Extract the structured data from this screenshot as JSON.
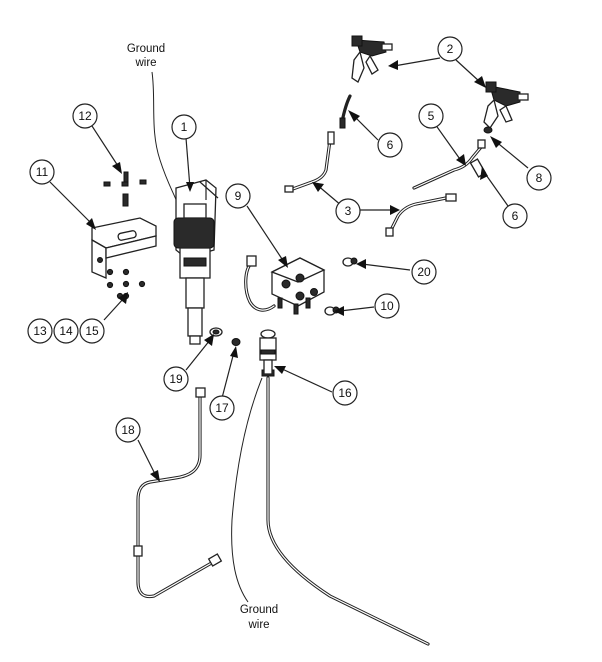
{
  "labels": {
    "ground_wire_top_line1": "Ground",
    "ground_wire_top_line2": "wire",
    "ground_wire_bottom_line1": "Ground",
    "ground_wire_bottom_line2": "wire"
  },
  "callouts": {
    "c1": "1",
    "c2": "2",
    "c3a": "3",
    "c3b": "3",
    "c5": "5",
    "c6a": "6",
    "c6b": "6",
    "c8": "8",
    "c9": "9",
    "c10": "10",
    "c11": "11",
    "c12": "12",
    "c13": "13",
    "c14": "14",
    "c15": "15",
    "c16": "16",
    "c17": "17",
    "c18": "18",
    "c19": "19",
    "c20": "20"
  }
}
